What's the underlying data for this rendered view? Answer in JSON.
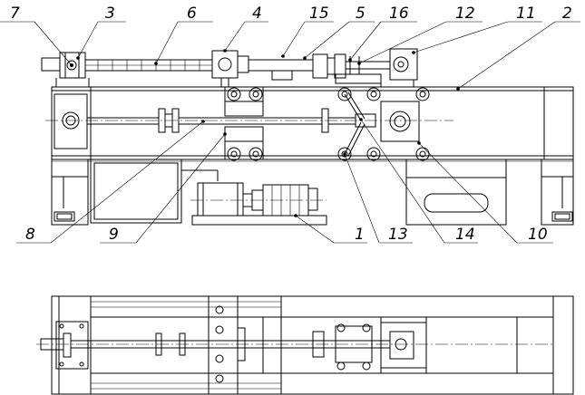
{
  "figure": {
    "callouts": [
      "1",
      "2",
      "3",
      "4",
      "5",
      "6",
      "7",
      "8",
      "9",
      "10",
      "11",
      "12",
      "13",
      "14",
      "15",
      "16"
    ],
    "labels": {
      "c7": "7",
      "c3": "3",
      "c6": "6",
      "c4": "4",
      "c15": "15",
      "c5": "5",
      "c16": "16",
      "c12": "12",
      "c11": "11",
      "c2": "2",
      "c8": "8",
      "c9": "9",
      "c1": "1",
      "c13": "13",
      "c14": "14",
      "c10": "10"
    }
  }
}
